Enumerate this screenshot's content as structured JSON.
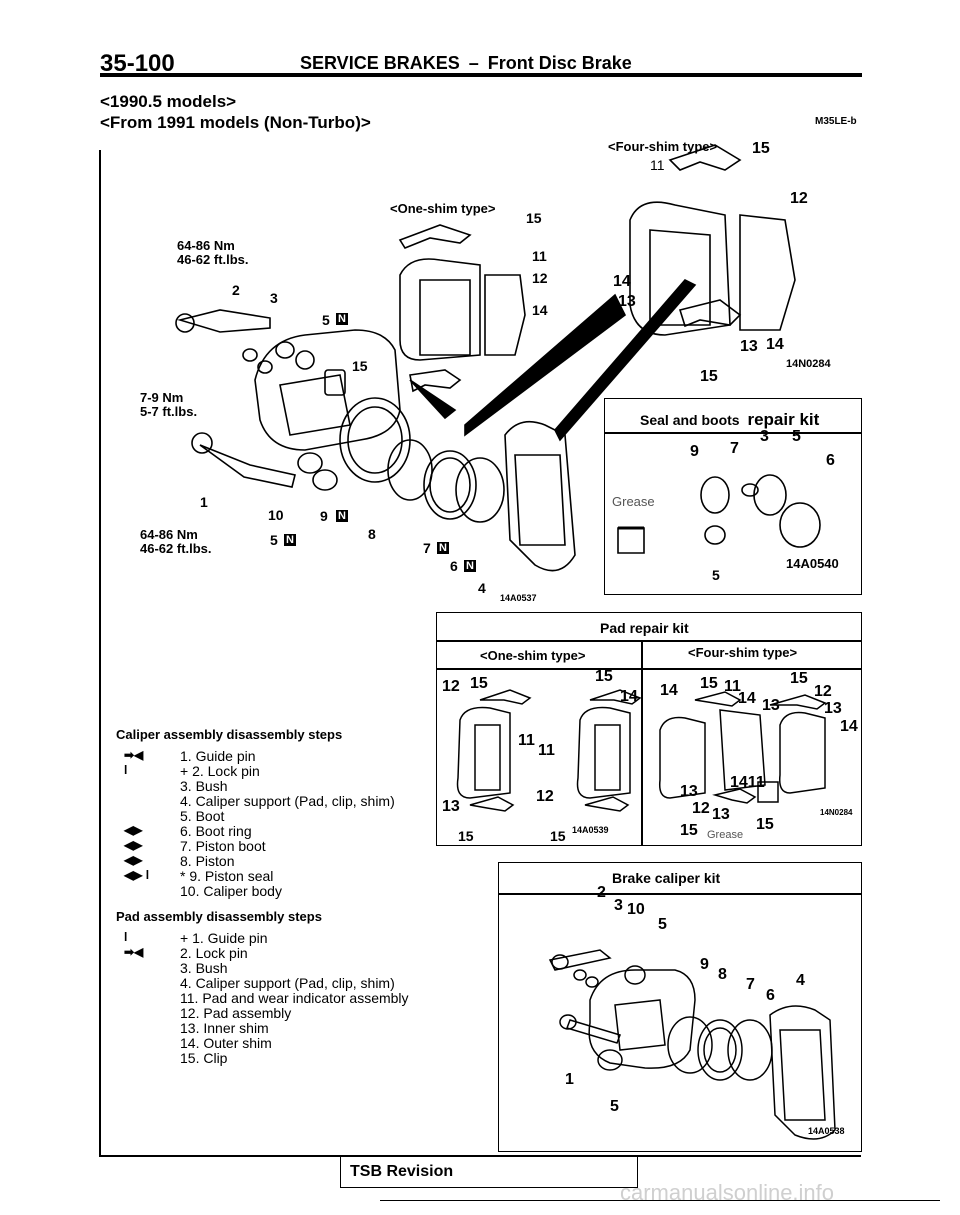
{
  "header": {
    "page_number": "35-100",
    "section": "SERVICE BRAKES",
    "dash": "–",
    "subsection": "Front Disc Brake"
  },
  "models": {
    "line1": "<1990.5 models>",
    "line2": "<From 1991 models (Non-Turbo)>",
    "code": "M35LE-b"
  },
  "main_diagram": {
    "one_shim_label": "<One-shim type>",
    "four_shim_label": "<Four-shim type>",
    "torque1": [
      "64-86 Nm",
      "46-62 ft.lbs."
    ],
    "torque2": [
      "7-9 Nm",
      "5-7 ft.lbs."
    ],
    "torque3": [
      "64-86 Nm",
      "46-62 ft.lbs."
    ],
    "fig_code_main": "14A0537",
    "fig_code_four": "14N0284",
    "callouts": {
      "n1": "1",
      "n2": "2",
      "n3": "3",
      "n4": "4",
      "n5a": "5",
      "n5b": "5",
      "n6": "6",
      "n7": "7",
      "n8": "8",
      "n9": "9",
      "n10": "10",
      "n11": "11",
      "n12": "12",
      "n14": "14",
      "n15a": "15",
      "n15b": "15",
      "f11": "11",
      "f12": "12",
      "f13a": "13",
      "f13b": "13",
      "f14a": "14",
      "f14b": "14",
      "f15a": "15",
      "f15b": "15"
    },
    "special_tool_mark": "N"
  },
  "seal_kit": {
    "title": "Seal and boots",
    "title_emph": "repair kit",
    "grease": "Grease",
    "fig_code": "14A0540",
    "callouts": {
      "n9": "9",
      "n7": "7",
      "n3": "3",
      "n5a": "5",
      "n6": "6",
      "n5b": "5"
    }
  },
  "pad_kit": {
    "title": "Pad repair kit",
    "one_shim": "<One-shim type>",
    "four_shim": "<Four-shim type>",
    "fig_code_one": "14A0539",
    "fig_code_four": "14N0284",
    "grease": "Grease",
    "one_callouts": [
      "12",
      "15",
      "15",
      "14",
      "11",
      "11",
      "12",
      "13",
      "15",
      "15"
    ],
    "four_callouts": [
      "14",
      "15",
      "11",
      "15",
      "12",
      "14",
      "13",
      "13",
      "14",
      "13",
      "1411",
      "12",
      "13",
      "15",
      "15"
    ]
  },
  "brake_kit": {
    "title": "Brake caliper kit",
    "fig_code": "14A0538",
    "callouts": {
      "n2": "2",
      "n3": "3",
      "n10": "10",
      "n5a": "5",
      "n9": "9",
      "n8": "8",
      "n7": "7",
      "n6": "6",
      "n4": "4",
      "n1": "1",
      "n5b": "5"
    }
  },
  "caliper_steps": {
    "title": "Caliper assembly disassembly steps",
    "items": [
      {
        "mark": "➡◀",
        "text": "1. Guide pin"
      },
      {
        "mark": "l",
        "text": "+ 2. Lock pin"
      },
      {
        "mark": "",
        "text": "3. Bush"
      },
      {
        "mark": "",
        "text": "4. Caliper support (Pad, clip, shim)"
      },
      {
        "mark": "",
        "text": "5. Boot"
      },
      {
        "mark": "◀▶",
        "text": "6. Boot ring"
      },
      {
        "mark": "◀▶",
        "text": "7. Piston boot"
      },
      {
        "mark": "◀▶",
        "text": "8. Piston"
      },
      {
        "mark": "◀▶   l",
        "text": "* 9. Piston seal"
      },
      {
        "mark": "",
        "text": "10. Caliper body"
      }
    ]
  },
  "pad_steps": {
    "title": "Pad assembly disassembly steps",
    "items": [
      {
        "mark": "l",
        "text": "+ 1. Guide pin"
      },
      {
        "mark": "➡◀",
        "text": "2. Lock pin"
      },
      {
        "mark": "",
        "text": "3. Bush"
      },
      {
        "mark": "",
        "text": "4. Caliper support (Pad, clip, shim)"
      },
      {
        "mark": "",
        "text": "11. Pad and wear indicator assembly"
      },
      {
        "mark": "",
        "text": "12. Pad assembly"
      },
      {
        "mark": "",
        "text": "13. Inner shim"
      },
      {
        "mark": "",
        "text": "14. Outer shim"
      },
      {
        "mark": "",
        "text": "15. Clip"
      }
    ]
  },
  "footer": {
    "tsb": "TSB Revision",
    "watermark": "carmanualsonline.info"
  }
}
